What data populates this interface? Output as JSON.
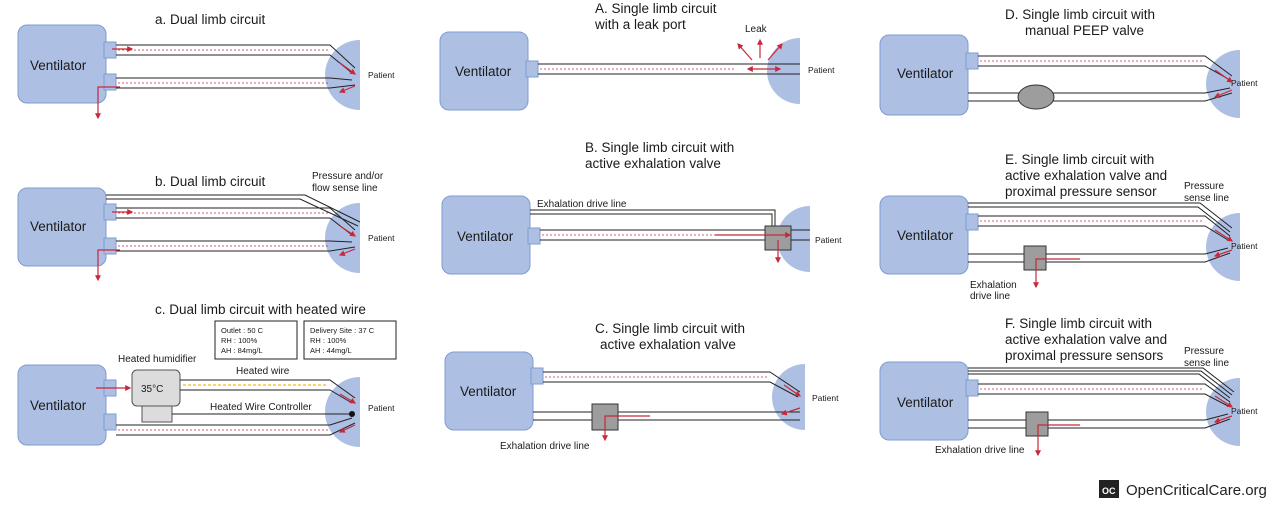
{
  "labels": {
    "ventilator": "Ventilator",
    "patient": "Patient"
  },
  "panels": {
    "a": {
      "title": "a. Dual limb circuit"
    },
    "b": {
      "title": "b. Dual limb circuit",
      "sense_line": [
        "Pressure and/or",
        "flow sense line"
      ]
    },
    "c": {
      "title": "c. Dual limb circuit with heated wire",
      "humidifier_label": "Heated humidifier",
      "humidifier_temp": "35°C",
      "heated_wire": "Heated wire",
      "controller": "Heated Wire Controller",
      "outlet_box": [
        "Outlet : 50 C",
        "RH : 100%",
        "AH : 84mg/L"
      ],
      "delivery_box": [
        "Delivery Site : 37 C",
        "RH : 100%",
        "AH : 44mg/L"
      ]
    },
    "A": {
      "title": [
        "A. Single limb circuit",
        "with a leak port"
      ],
      "leak": "Leak"
    },
    "B": {
      "title": [
        "B. Single limb circuit with",
        "active exhalation valve"
      ],
      "drive_line": "Exhalation drive line"
    },
    "C": {
      "title": [
        "C.  Single limb circuit with",
        "active exhalation valve"
      ],
      "drive_line": "Exhalation drive line"
    },
    "D": {
      "title": [
        "D. Single limb circuit with",
        "manual PEEP valve"
      ]
    },
    "E": {
      "title": [
        "E. Single limb circuit with",
        "active exhalation valve and",
        "proximal pressure sensor"
      ],
      "sense_line": [
        "Pressure",
        "sense line"
      ],
      "drive_line": [
        "Exhalation",
        "drive line"
      ]
    },
    "F": {
      "title": [
        "F. Single limb circuit with",
        "active exhalation valve and",
        "proximal pressure sensors"
      ],
      "sense_line": [
        "Pressure",
        "sense line"
      ],
      "drive_line": "Exhalation drive line"
    }
  },
  "brand": {
    "logo_text": "OC",
    "name": "OpenCriticalCare.org"
  },
  "colors": {
    "ventilator_fill": "#adc0e3",
    "ventilator_stroke": "#7f9bd0",
    "patient_fill": "#adc0e3",
    "tube_stroke": "#222222",
    "flow_red": "#c8283a",
    "valve_fill": "#9d9d9d",
    "humidifier_fill": "#dcdcdc",
    "heated_wire": "#f4c542"
  }
}
